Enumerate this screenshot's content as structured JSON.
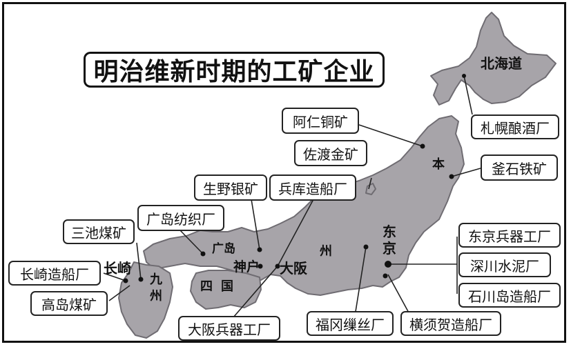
{
  "title": "明治维新时期的工矿企业",
  "colors": {
    "land": "#a7a4a9",
    "land_stroke": "#6f6c72",
    "border": "#111111"
  },
  "places": {
    "hokkaido": "北海道",
    "honshu_ben": "本",
    "honshu_zhou": "州",
    "tokyo": "东京",
    "kobe": "神户",
    "osaka": "大阪",
    "nagasaki": "长崎",
    "hiroshima": "广岛",
    "kyushu": "九州",
    "shikoku": "四国"
  },
  "enterprises": {
    "sapporo_brewery": "札幌酿酒厂",
    "ani_copper": "阿仁铜矿",
    "sado_gold": "佐渡金矿",
    "kamaishi_iron": "釜石铁矿",
    "ikuno_silver": "生野银矿",
    "hyogo_shipyard": "兵库造船厂",
    "hiroshima_spinning": "广岛纺织厂",
    "miike_coal": "三池煤矿",
    "nagasaki_shipyard": "长崎造船厂",
    "takashima_coal": "高岛煤矿",
    "tokyo_arsenal": "东京兵器工厂",
    "fukagawa_cement": "深川水泥厂",
    "ishikawajima_shipyard": "石川岛造船厂",
    "yokosuka_shipyard": "横须贺造船厂",
    "tomioka_silk": "福冈缫丝厂",
    "osaka_arsenal": "大阪兵器工厂"
  }
}
